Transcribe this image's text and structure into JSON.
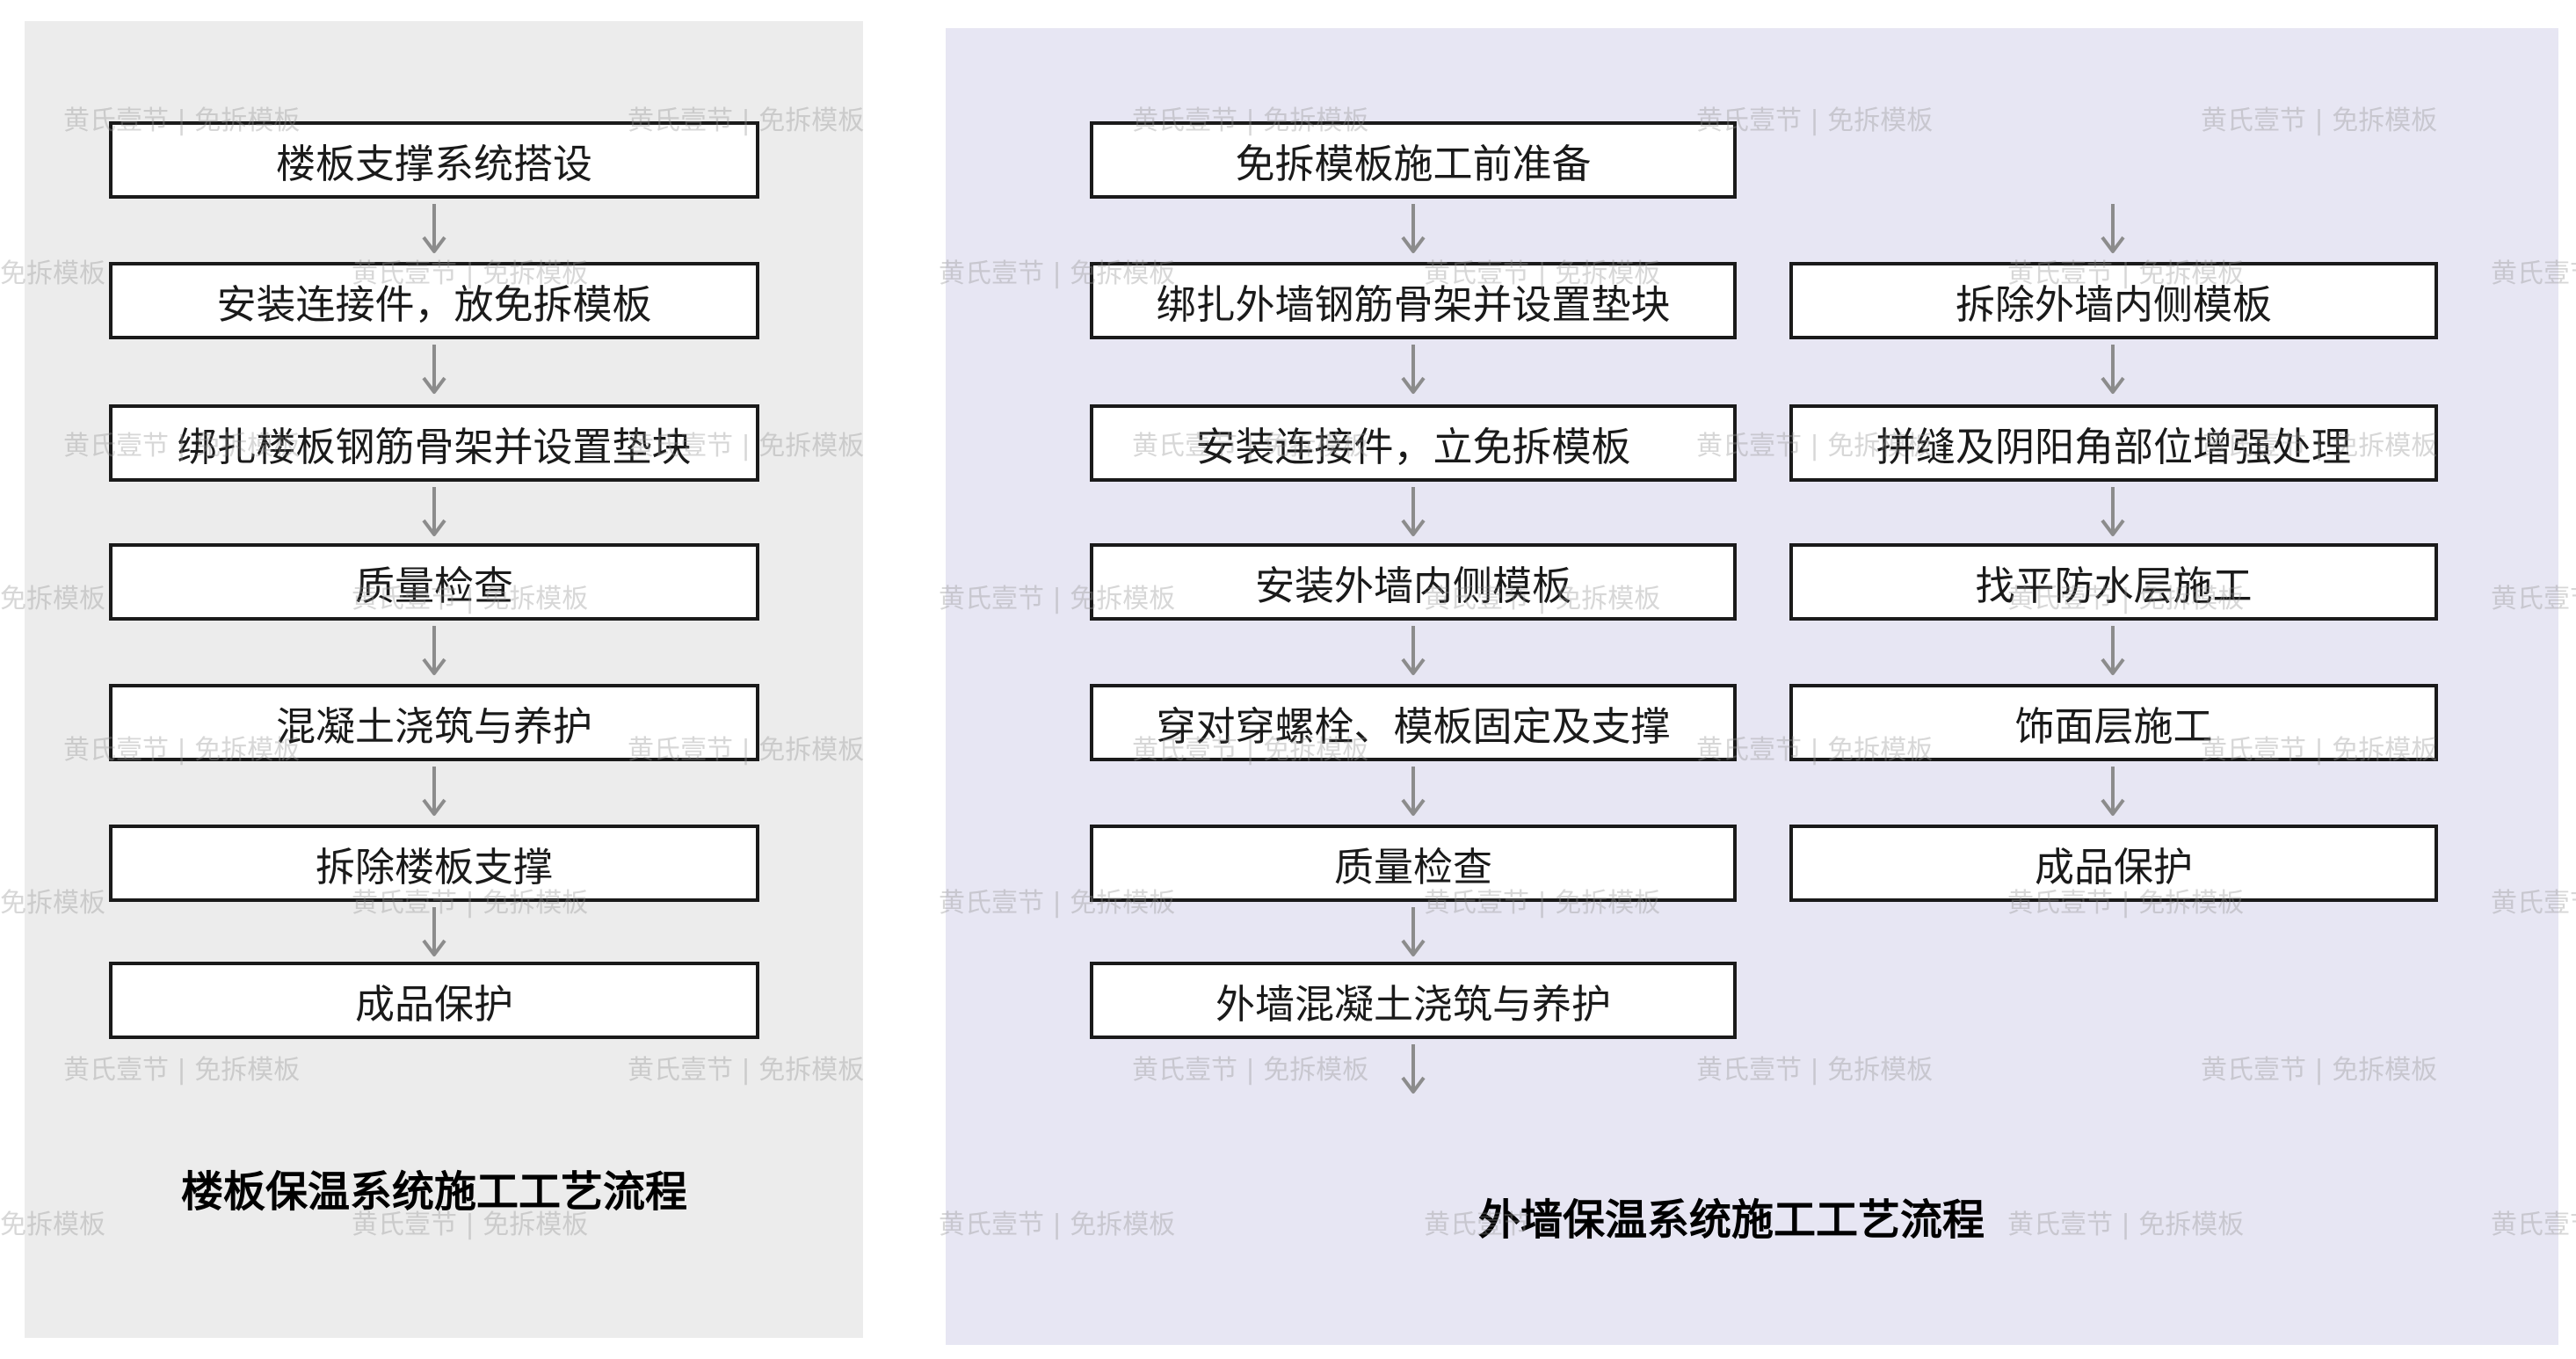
{
  "floor": {
    "title": "楼板保温系统施工工艺流程",
    "steps": [
      "楼板支撑系统搭设",
      "安装连接件，放免拆模板",
      "绑扎楼板钢筋骨架并设置垫块",
      "质量检查",
      "混凝土浇筑与养护",
      "拆除楼板支撑",
      "成品保护"
    ]
  },
  "wall": {
    "title": "外墙保温系统施工工艺流程",
    "left_steps": [
      "免拆模板施工前准备",
      "绑扎外墙钢筋骨架并设置垫块",
      "安装连接件，立免拆模板",
      "安装外墙内侧模板",
      "穿对穿螺栓、模板固定及支撑",
      "质量检查",
      "外墙混凝土浇筑与养护"
    ],
    "right_steps": [
      "拆除外墙内侧模板",
      "拼缝及阴阳角部位增强处理",
      "找平防水层施工",
      "饰面层施工",
      "成品保护"
    ]
  },
  "watermark": {
    "brand": "黄氏壹节",
    "separator": "|",
    "product": "免拆模板"
  },
  "colors": {
    "floor_panel": "#ececec",
    "wall_panel": "#e7e6f3",
    "box_border": "#1a1a1a",
    "arrow": "#8c8c8c"
  }
}
